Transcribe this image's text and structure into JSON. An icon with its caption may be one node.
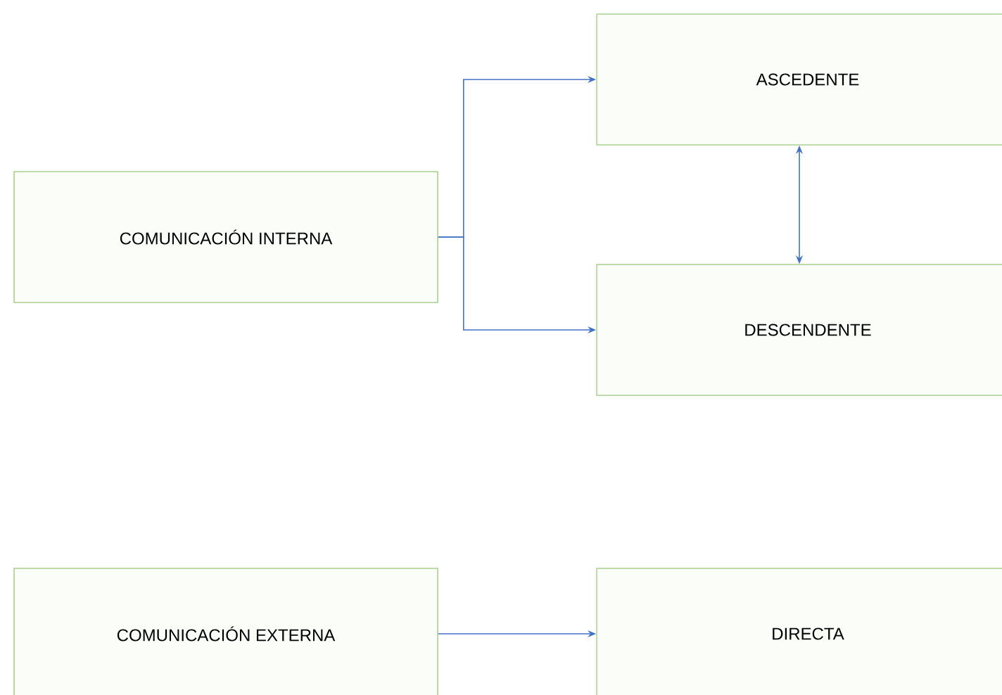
{
  "diagram": {
    "nodes": [
      {
        "text": [
          "COMUNICACIÓN INTERNA"
        ]
      },
      {
        "text": [
          "ASCEDENTE"
        ]
      },
      {
        "text": [
          "DESCENDENTE"
        ]
      },
      {
        "text": [
          "COMUNICACIÓN EXTERNA"
        ]
      },
      {
        "text": [
          "DIRECTA"
        ]
      }
    ],
    "edges": [
      {
        "from": 0,
        "to": 1,
        "arrow": "to"
      },
      {
        "from": 0,
        "to": 2,
        "arrow": "to"
      },
      {
        "from": 1,
        "to": 2,
        "arrow": "both"
      },
      {
        "from": 3,
        "to": 4,
        "arrow": "to"
      }
    ]
  }
}
